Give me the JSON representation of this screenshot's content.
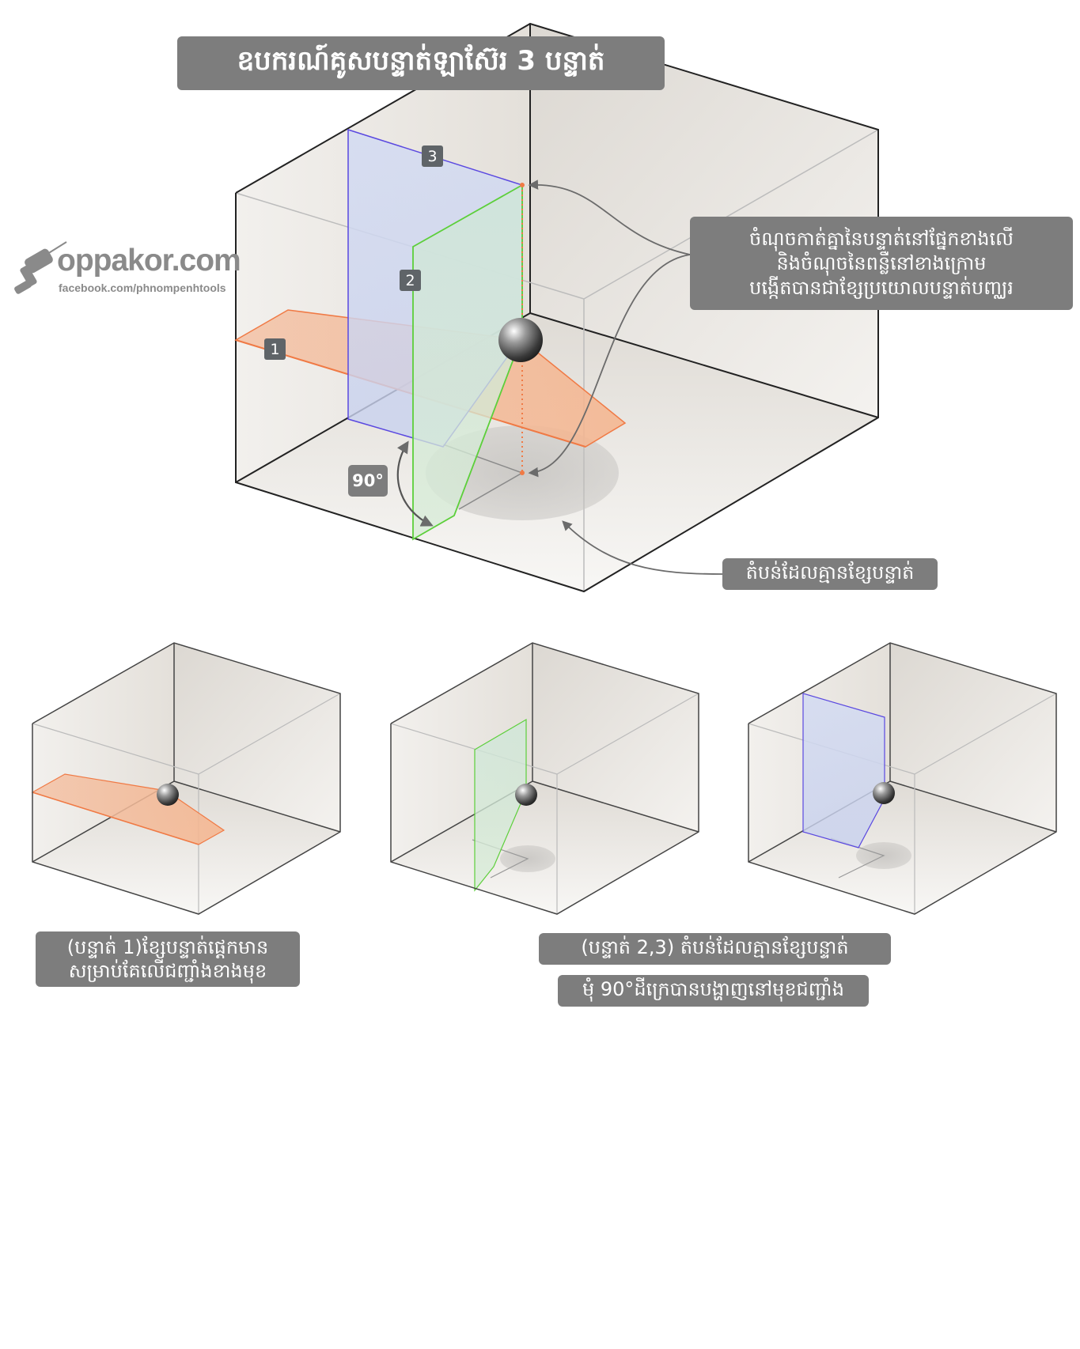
{
  "title": "ឧបករណ៍គូសបន្ទាត់ឡាស៊ែរ 3 បន្ទាត់",
  "logo": {
    "name": "oppakor.com",
    "sub": "facebook.com/phnompenhtools"
  },
  "badges": {
    "line1": "1",
    "line2": "2",
    "line3": "3",
    "angle": "90°"
  },
  "callouts": {
    "intersection": {
      "line1": "ចំណុចកាត់គ្នានៃបន្ទាត់នៅផ្នែកខាងលើ",
      "line2": "និងចំណុចនៃពន្លឺនៅខាងក្រោម",
      "line3": "បង្កើតបានជាខ្សែប្រយោលបន្ទាត់បញ្ឈរ"
    },
    "no_line_zone": "តំបន់ដែលគ្មានខ្សែបន្ទាត់"
  },
  "captions": {
    "line1": {
      "row1": "(បន្ទាត់ 1)ខ្សែបន្ទាត់ផ្ដេកមាន",
      "row2": "សម្រាប់គែលើជញ្ជាំងខាងមុខ"
    },
    "lines23": {
      "row1": "(បន្ទាត់ 2,3) តំបន់ដែលគ្មានខ្សែបន្ទាត់",
      "row2": "មុំ 90°ដីក្រេបានបង្ហាញនៅមុខជញ្ជាំង"
    }
  },
  "colors": {
    "line1": "#f07a45",
    "line2": "#5ccf3a",
    "line3": "#5a48e0",
    "label_bg": "#7d7d7d",
    "badge_bg": "#5f6468",
    "cube_edge": "#222222"
  },
  "icons": [
    "drill-icon",
    "laser-ball-icon"
  ]
}
